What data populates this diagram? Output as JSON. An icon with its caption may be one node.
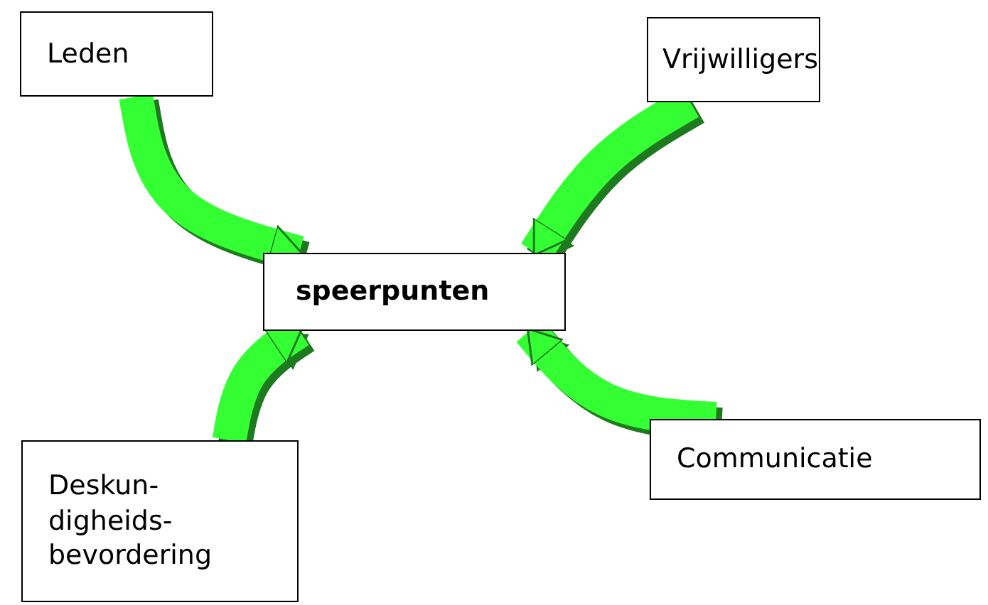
{
  "diagram": {
    "nodes": [
      {
        "text": [
          "Leden"
        ]
      },
      {
        "text": [
          "Vrijwilligers"
        ]
      },
      {
        "text": [
          "speerpunten"
        ]
      },
      {
        "text": [
          "Deskun- digheids- bevordering"
        ]
      },
      {
        "text": [
          "Communicatie"
        ]
      }
    ],
    "edges": [
      {
        "from": 0,
        "to": 2,
        "arrow": "to"
      },
      {
        "from": 1,
        "to": 2,
        "arrow": "to"
      },
      {
        "from": 3,
        "to": 2,
        "arrow": "to"
      },
      {
        "from": 4,
        "to": 2,
        "arrow": "to"
      }
    ]
  }
}
